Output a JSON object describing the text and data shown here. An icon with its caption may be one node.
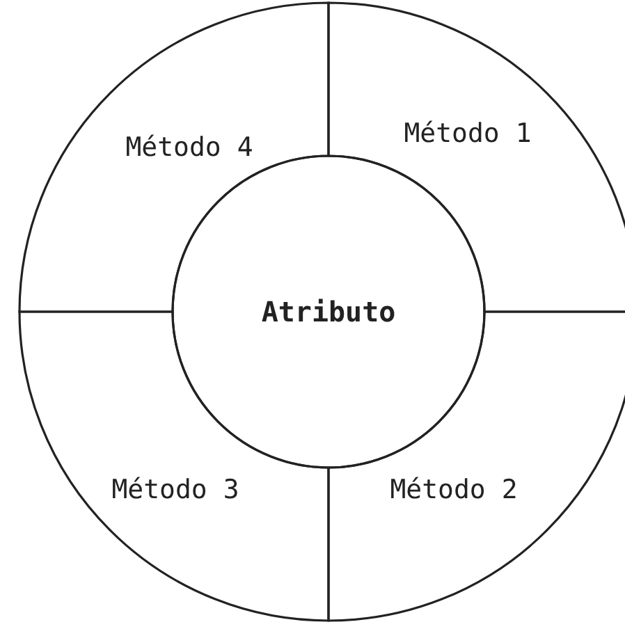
{
  "diagram": {
    "nodes": [
      {
        "text": [
          "Método 4"
        ]
      },
      {
        "text": [
          "Método 1"
        ]
      },
      {
        "text": [
          "Atributo"
        ]
      },
      {
        "text": [
          "Método 3"
        ]
      },
      {
        "text": [
          "Método 2"
        ]
      }
    ]
  }
}
